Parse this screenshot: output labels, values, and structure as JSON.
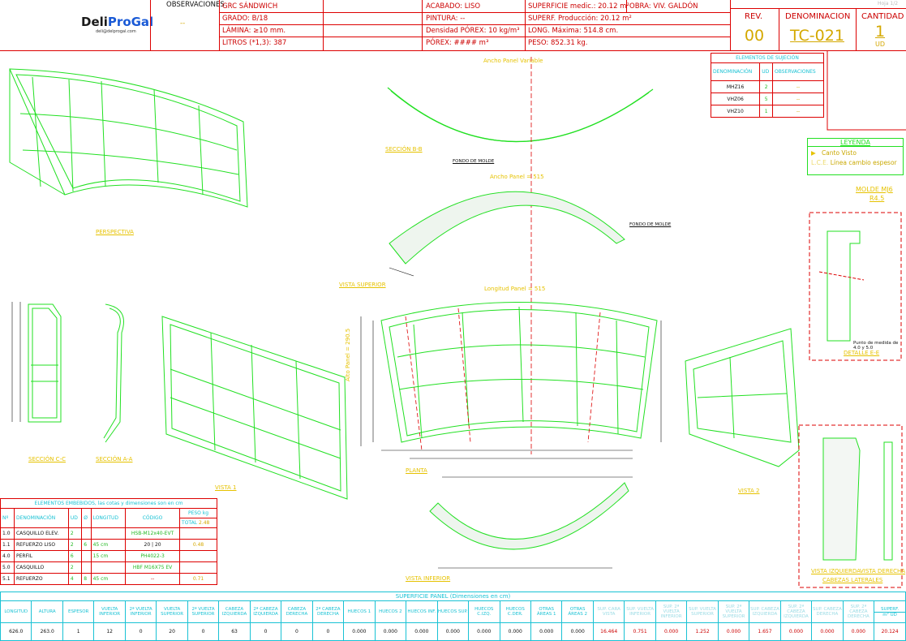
{
  "header": {
    "logo_brand_a": "Deli",
    "logo_brand_b": "ProGal",
    "logo_email": "deli@delprogal.com",
    "observaciones_label": "OBSERVACIONES",
    "observaciones_value": "--",
    "row1": [
      "GRC SÁNDWICH",
      "ACABADO: LISO",
      "SUPERFICIE medic.: 20.12 m²",
      "OBRA: VIV. GALDÓN"
    ],
    "row2": [
      "GRADO: B/18",
      "PINTURA: --",
      "SUPERF. Producción: 20.12 m²"
    ],
    "row3": [
      "LÁMINA: ≥10 mm.",
      "Densidad PÓREX: 10 kg/m³",
      "LONG. Máxima: 514.8 cm."
    ],
    "row4": [
      "LITROS (*1,3): 387",
      "PÓREX: ####  m³",
      "PESO: 852.31 kg."
    ],
    "hoja": "Hoja 1/2",
    "rev_label": "REV.",
    "rev_value": "00",
    "denom_label": "DENOMINACION",
    "denom_value": "TC-021",
    "cant_label": "CANTIDAD",
    "cant_value": "1",
    "cant_unit": "UD"
  },
  "elementos_sujecion": {
    "title": "ELEMENTOS DE SUJECIÓN",
    "headers": [
      "DENOMINACIÓN",
      "UD",
      "OBSERVACIONES"
    ],
    "rows": [
      [
        "MHZ16",
        "2",
        "--"
      ],
      [
        "VHZ06",
        "5",
        "--"
      ],
      [
        "VHZ10",
        "1",
        "--"
      ]
    ]
  },
  "leyenda": {
    "title": "LEYENDA",
    "items": [
      {
        "symbol": "▶",
        "text": "Canto Visto"
      },
      {
        "symbol": "L.C.E.",
        "text": "Línea cambio espesor"
      }
    ]
  },
  "molde": {
    "label": "MOLDE MJ6",
    "value": "R4.5"
  },
  "elementos_embebidos": {
    "title": "ELEMENTOS EMBEBIDOS, las cotas y dimensiones son en cm",
    "headers": [
      "Nº",
      "DENOMINACIÓN",
      "UD",
      "Ø",
      "LONGITUD",
      "CÓDIGO",
      "PESO kg"
    ],
    "total_label": "TOTAL",
    "total_value": "2.48",
    "rows": [
      [
        "1.0",
        "CASQUILLO ELEV.",
        "2",
        "",
        "",
        "HSB-M12x40-EVT",
        ""
      ],
      [
        "1.1",
        "REFUERZO LISO",
        "2",
        "6",
        "45 cm",
        "20 | 20",
        "0.48"
      ],
      [
        "4.0",
        "PERFIL",
        "6",
        "",
        "15 cm",
        "PH4022-3",
        ""
      ],
      [
        "5.0",
        "CASQUILLO",
        "2",
        "",
        "",
        "HBF M16X75 EV",
        ""
      ],
      [
        "5.1",
        "REFUERZO",
        "4",
        "8",
        "45 cm",
        "--",
        "0.71"
      ]
    ]
  },
  "drawing_labels": {
    "perspectiva": "PERSPECTIVA",
    "seccion_bb": "SECCIÓN B-B",
    "vista_superior": "VISTA SUPERIOR",
    "vista_inferior": "VISTA INFERIOR",
    "planta": "PLANTA",
    "seccion_cc": "SECCIÓN C-C",
    "seccion_aa": "SECCIÓN A-A",
    "vista_1": "VISTA 1",
    "vista_2": "VISTA 2",
    "detalle_e": "DETALLE E-E",
    "vista_izq": "VISTA IZQUIERDA",
    "vista_der": "VISTA DERECHA",
    "cabezas": "CABEZAS LATERALES",
    "ancho_variable": "Ancho Panel Variable",
    "ancho_515": "Ancho Panel = 515",
    "longitud_515": "Longitud Panel = 515",
    "alto_panel": "Alto Panel = 290.5",
    "fondo_molde": "FONDO DE MOLDE",
    "punto_medida": "Punto de medida de 4.0 y 5.0"
  },
  "superficie": {
    "title": "SUPERFICIE PANEL (Dimensiones en cm)",
    "headers": [
      "LONGITUD",
      "ALTURA",
      "ESPESOR",
      "VUELTA INFERIOR",
      "2ª VUELTA INFERIOR",
      "VUELTA SUPERIOR",
      "2ª VUELTA SUPERIOR",
      "CABEZA IZQUIERDA",
      "2ª CABEZA IZQUIERDA",
      "CABEZA DERECHA",
      "2ª CABEZA DERECHA",
      "HUECOS 1",
      "HUECOS 2",
      "HUECOS INF.",
      "HUECOS SUP.",
      "HUECOS C.IZQ.",
      "HUECOS C.DER.",
      "OTRAS ÁREAS 1",
      "OTRAS ÁREAS 2",
      "SUP. CARA VISTA",
      "SUP. VUELTA INFERIOR",
      "SUP. 2ª VUELTA INFERIOR",
      "SUP. VUELTA SUPERIOR",
      "SUP. 2ª VUELTA SUPERIOR",
      "SUP. CABEZA IZQUIERDA",
      "SUP. 2ª CABEZA IZQUIERDA",
      "SUP. CABEZA DERECHA",
      "SUP. 2ª CABEZA DERECHA",
      "SUPERF."
    ],
    "unit": "m² UD",
    "values": [
      "626.0",
      "263.0",
      "1",
      "12",
      "0",
      "20",
      "0",
      "63",
      "0",
      "0",
      "0",
      "0.000",
      "0.000",
      "0.000",
      "0.000",
      "0.000",
      "0.000",
      "0.000",
      "0.000",
      "16.464",
      "0.751",
      "0.000",
      "1.252",
      "0.000",
      "1.657",
      "0.000",
      "0.000",
      "0.000",
      "20.124"
    ]
  },
  "colors": {
    "red": "#c00",
    "green": "#22e022",
    "yellow": "#e6c200",
    "cyan": "#19c2d4",
    "dimension": "#111"
  }
}
